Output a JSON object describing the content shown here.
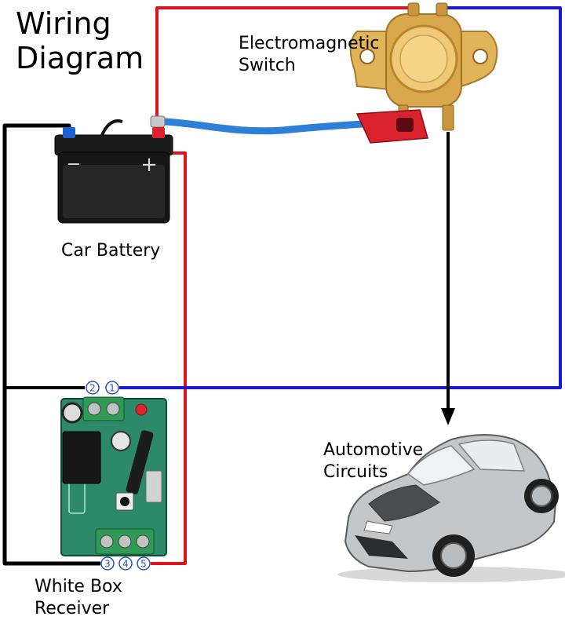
{
  "title": {
    "line1": "Wiring",
    "line2": "Diagram"
  },
  "labels": {
    "switch_line1": "Electromagnetic",
    "switch_line2": "Switch",
    "battery": "Car Battery",
    "circuits_line1": "Automotive",
    "circuits_line2": "Circuits",
    "receiver_line1": "White Box",
    "receiver_line2": "Receiver"
  },
  "battery": {
    "minus": "−",
    "plus": "+"
  },
  "receiver_terminals": [
    "1",
    "2",
    "3",
    "4",
    "5"
  ],
  "colors": {
    "positive_wire": "#e0141e",
    "negative_wire": "#000000",
    "blue_wire": "#1a1ad6",
    "switch_body": "#e2b45a",
    "pcb": "#2c8a6a",
    "terminal_block": "#2f9b57",
    "terminal_marker": "#2a4fc0"
  }
}
